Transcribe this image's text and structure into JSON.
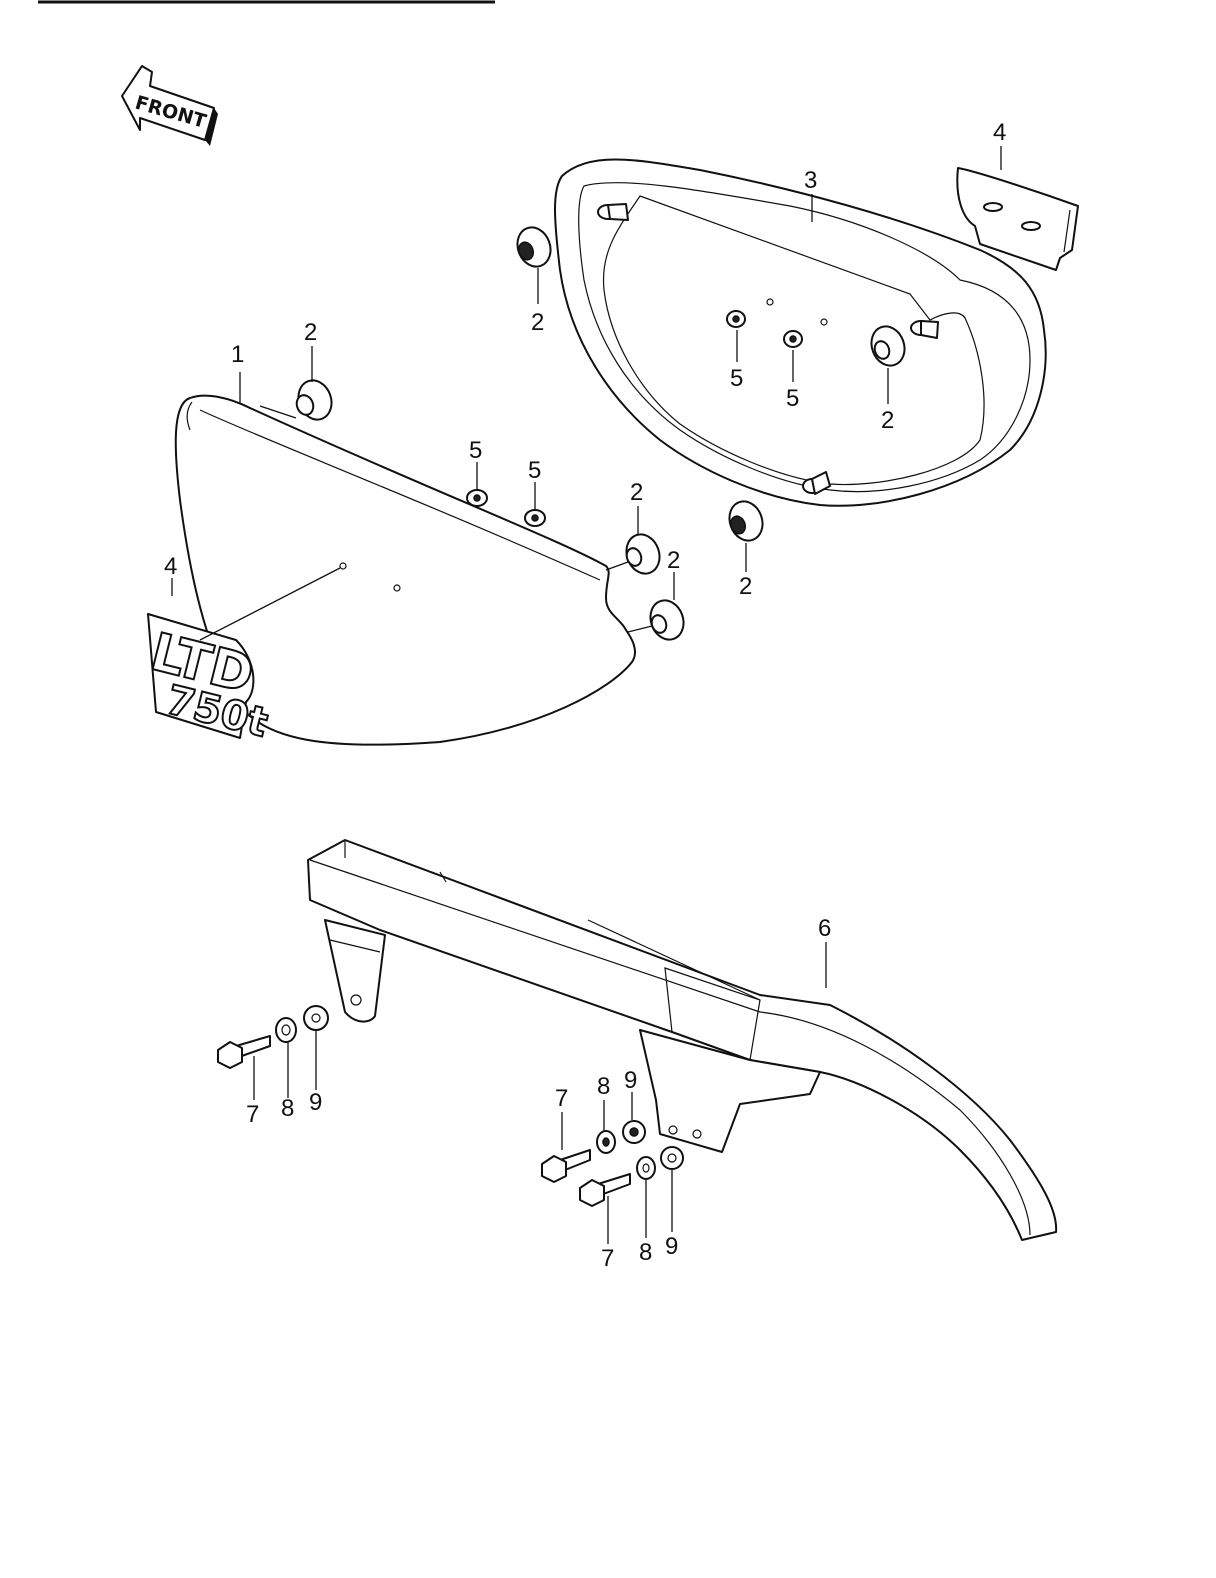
{
  "direction_arrow": {
    "label": "FRONT"
  },
  "emblem": {
    "line1": "LTD",
    "line2": "750t"
  },
  "callouts": {
    "c1": "1",
    "c2": "2",
    "c3": "3",
    "c4": "4",
    "c5": "5",
    "c6": "6",
    "c7": "7",
    "c8": "8",
    "c9": "9"
  }
}
